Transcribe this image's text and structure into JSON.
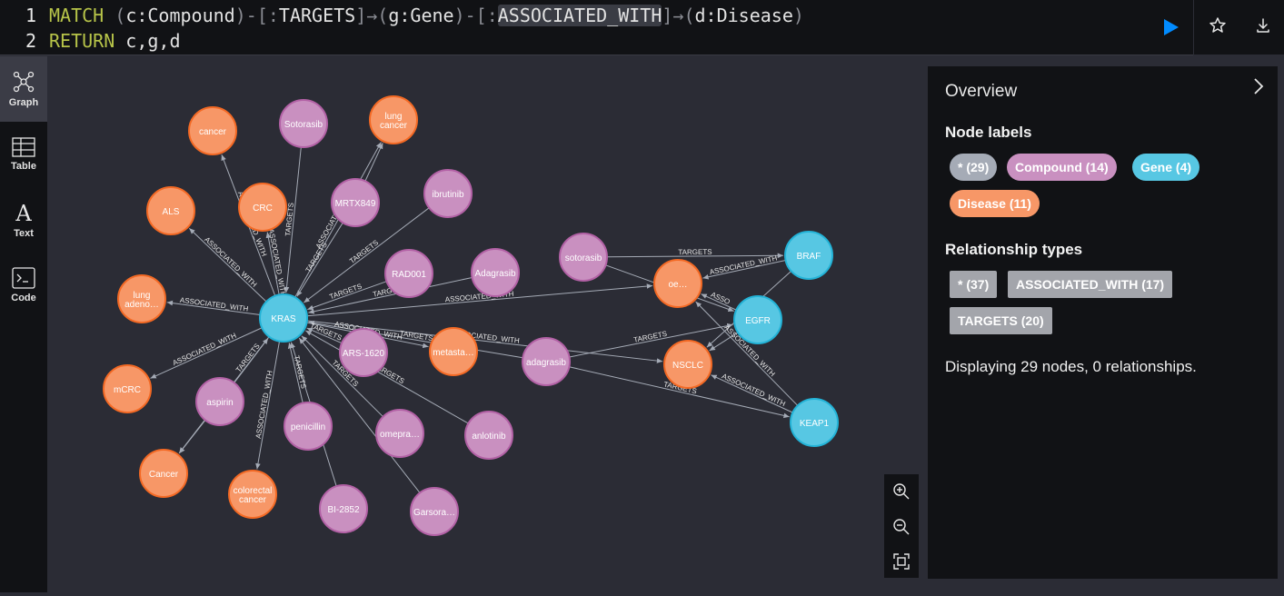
{
  "editor": {
    "line1_number": "1",
    "line2_number": "2",
    "line1": {
      "kw": "MATCH",
      "p1": " (",
      "t1": "c:Compound",
      "p2": ")-[:",
      "t2": "TARGETS",
      "p3": "]→(",
      "t3": "g:Gene",
      "p4": ")-[:",
      "t4": "ASSOCIATED_WITH",
      "p5": "]→(",
      "t5": "d:Disease",
      "p6": ")"
    },
    "line2": {
      "kw": "RETURN",
      "t1": " c,g,d"
    }
  },
  "icons": {
    "run": "play-icon",
    "favorite": "star-icon",
    "download": "download-icon",
    "zoom_in": "zoom-in-icon",
    "zoom_out": "zoom-out-icon",
    "fit": "fit-to-screen-icon",
    "close": "chevron-right-icon"
  },
  "sidebar": {
    "items": [
      {
        "label": "Graph",
        "icon": "graph-icon"
      },
      {
        "label": "Table",
        "icon": "table-icon"
      },
      {
        "label": "Text",
        "icon": "text-icon"
      },
      {
        "label": "Code",
        "icon": "code-icon"
      }
    ]
  },
  "colors": {
    "compound": "#c990c0",
    "gene": "#57c7e3",
    "disease": "#f79767",
    "all": "#a5abb6",
    "rel": "#a5abb6",
    "accent": "#018bff"
  },
  "graph": {
    "nodes": [
      {
        "id": "kras",
        "label": "KRAS",
        "type": "gene"
      },
      {
        "id": "braf",
        "label": "BRAF",
        "type": "gene"
      },
      {
        "id": "egfr",
        "label": "EGFR",
        "type": "gene"
      },
      {
        "id": "keap1",
        "label": "KEAP1",
        "type": "gene"
      },
      {
        "id": "cancer",
        "label": "cancer",
        "type": "disease"
      },
      {
        "id": "lungcancer",
        "label": "lung cancer",
        "type": "disease"
      },
      {
        "id": "als",
        "label": "ALS",
        "type": "disease"
      },
      {
        "id": "crc",
        "label": "CRC",
        "type": "disease"
      },
      {
        "id": "lungadeno",
        "label": "lung adeno…",
        "type": "disease"
      },
      {
        "id": "mcrc",
        "label": "mCRC",
        "type": "disease"
      },
      {
        "id": "cancer2",
        "label": "Cancer",
        "type": "disease"
      },
      {
        "id": "colorectal",
        "label": "colorectal cancer",
        "type": "disease"
      },
      {
        "id": "metasta",
        "label": "metasta…",
        "type": "disease"
      },
      {
        "id": "oe",
        "label": "oe…",
        "type": "disease"
      },
      {
        "id": "nsclc",
        "label": "NSCLC",
        "type": "disease"
      },
      {
        "id": "sotorasib1",
        "label": "Sotorasib",
        "type": "compound"
      },
      {
        "id": "mrtx849",
        "label": "MRTX849",
        "type": "compound"
      },
      {
        "id": "ibrutinib",
        "label": "ibrutinib",
        "type": "compound"
      },
      {
        "id": "rad001",
        "label": "RAD001",
        "type": "compound"
      },
      {
        "id": "adagrasib1",
        "label": "Adagrasib",
        "type": "compound"
      },
      {
        "id": "sotorasib2",
        "label": "sotorasib",
        "type": "compound"
      },
      {
        "id": "ars1620",
        "label": "ARS-1620",
        "type": "compound"
      },
      {
        "id": "adagrasib2",
        "label": "adagrasib",
        "type": "compound"
      },
      {
        "id": "aspirin",
        "label": "aspirin",
        "type": "compound"
      },
      {
        "id": "penicillin",
        "label": "penicillin",
        "type": "compound"
      },
      {
        "id": "omepra",
        "label": "omepra…",
        "type": "compound"
      },
      {
        "id": "anlotinib",
        "label": "anlotinib",
        "type": "compound"
      },
      {
        "id": "bi2852",
        "label": "BI-2852",
        "type": "compound"
      },
      {
        "id": "garsora",
        "label": "Garsora…",
        "type": "compound"
      }
    ],
    "edges": [
      {
        "from": "kras",
        "to": "cancer",
        "label": "ASSOCIATED_WITH"
      },
      {
        "from": "kras",
        "to": "lungcancer",
        "label": "ASSOCIATED_WITH"
      },
      {
        "from": "kras",
        "to": "als",
        "label": "ASSOCIATED_WITH"
      },
      {
        "from": "kras",
        "to": "crc",
        "label": "ASSOCIATED_WITH"
      },
      {
        "from": "kras",
        "to": "lungadeno",
        "label": "ASSOCIATED_WITH"
      },
      {
        "from": "kras",
        "to": "mcrc",
        "label": "ASSOCIATED_WITH"
      },
      {
        "from": "kras",
        "to": "cancer2",
        "label": ""
      },
      {
        "from": "kras",
        "to": "colorectal",
        "label": "ASSOCIATED_WITH"
      },
      {
        "from": "kras",
        "to": "metasta",
        "label": "ASSOCIATED_WITH"
      },
      {
        "from": "kras",
        "to": "oe",
        "label": "ASSOCIATED_WITH"
      },
      {
        "from": "kras",
        "to": "nsclc",
        "label": "ASSOCIATED_WITH"
      },
      {
        "from": "sotorasib1",
        "to": "kras",
        "label": "TARGETS"
      },
      {
        "from": "mrtx849",
        "to": "kras",
        "label": "TARGETS"
      },
      {
        "from": "ibrutinib",
        "to": "kras",
        "label": "TARGETS"
      },
      {
        "from": "rad001",
        "to": "kras",
        "label": "TARGETS"
      },
      {
        "from": "adagrasib1",
        "to": "kras",
        "label": "TARGETS"
      },
      {
        "from": "ars1620",
        "to": "kras",
        "label": "TARGETS"
      },
      {
        "from": "aspirin",
        "to": "kras",
        "label": "TARGETS"
      },
      {
        "from": "penicillin",
        "to": "kras",
        "label": "TARGETS"
      },
      {
        "from": "omepra",
        "to": "kras",
        "label": "TARGETS"
      },
      {
        "from": "anlotinib",
        "to": "kras",
        "label": "TARGETS"
      },
      {
        "from": "bi2852",
        "to": "kras",
        "label": ""
      },
      {
        "from": "garsora",
        "to": "kras",
        "label": ""
      },
      {
        "from": "adagrasib2",
        "to": "kras",
        "label": "TARGETS"
      },
      {
        "from": "sotorasib2",
        "to": "braf",
        "label": "TARGETS"
      },
      {
        "from": "adagrasib2",
        "to": "egfr",
        "label": "TARGETS"
      },
      {
        "from": "adagrasib2",
        "to": "keap1",
        "label": "TARGETS"
      },
      {
        "from": "sotorasib2",
        "to": "egfr",
        "label": ""
      },
      {
        "from": "braf",
        "to": "oe",
        "label": "ASSOCIATED_WITH"
      },
      {
        "from": "egfr",
        "to": "oe",
        "label": "ASSO"
      },
      {
        "from": "egfr",
        "to": "nsclc",
        "label": ""
      },
      {
        "from": "keap1",
        "to": "nsclc",
        "label": "ASSOCIATED_WITH"
      },
      {
        "from": "keap1",
        "to": "oe",
        "label": "ASSOCIATED_WITH"
      },
      {
        "from": "braf",
        "to": "nsclc",
        "label": ""
      },
      {
        "from": "aspirin",
        "to": "cancer2",
        "label": ""
      },
      {
        "from": "mrtx849",
        "to": "lungcancer",
        "label": ""
      }
    ]
  },
  "overview": {
    "title": "Overview",
    "node_labels_heading": "Node labels",
    "node_labels": [
      {
        "text": "* (29)",
        "color": "#a5abb6"
      },
      {
        "text": "Compound (14)",
        "color": "#c990c0"
      },
      {
        "text": "Gene (4)",
        "color": "#57c7e3"
      },
      {
        "text": "Disease (11)",
        "color": "#f79767"
      }
    ],
    "rel_types_heading": "Relationship types",
    "rel_types": [
      {
        "text": "* (37)"
      },
      {
        "text": "ASSOCIATED_WITH (17)"
      },
      {
        "text": "TARGETS (20)"
      }
    ],
    "status": "Displaying 29 nodes, 0 relationships."
  }
}
